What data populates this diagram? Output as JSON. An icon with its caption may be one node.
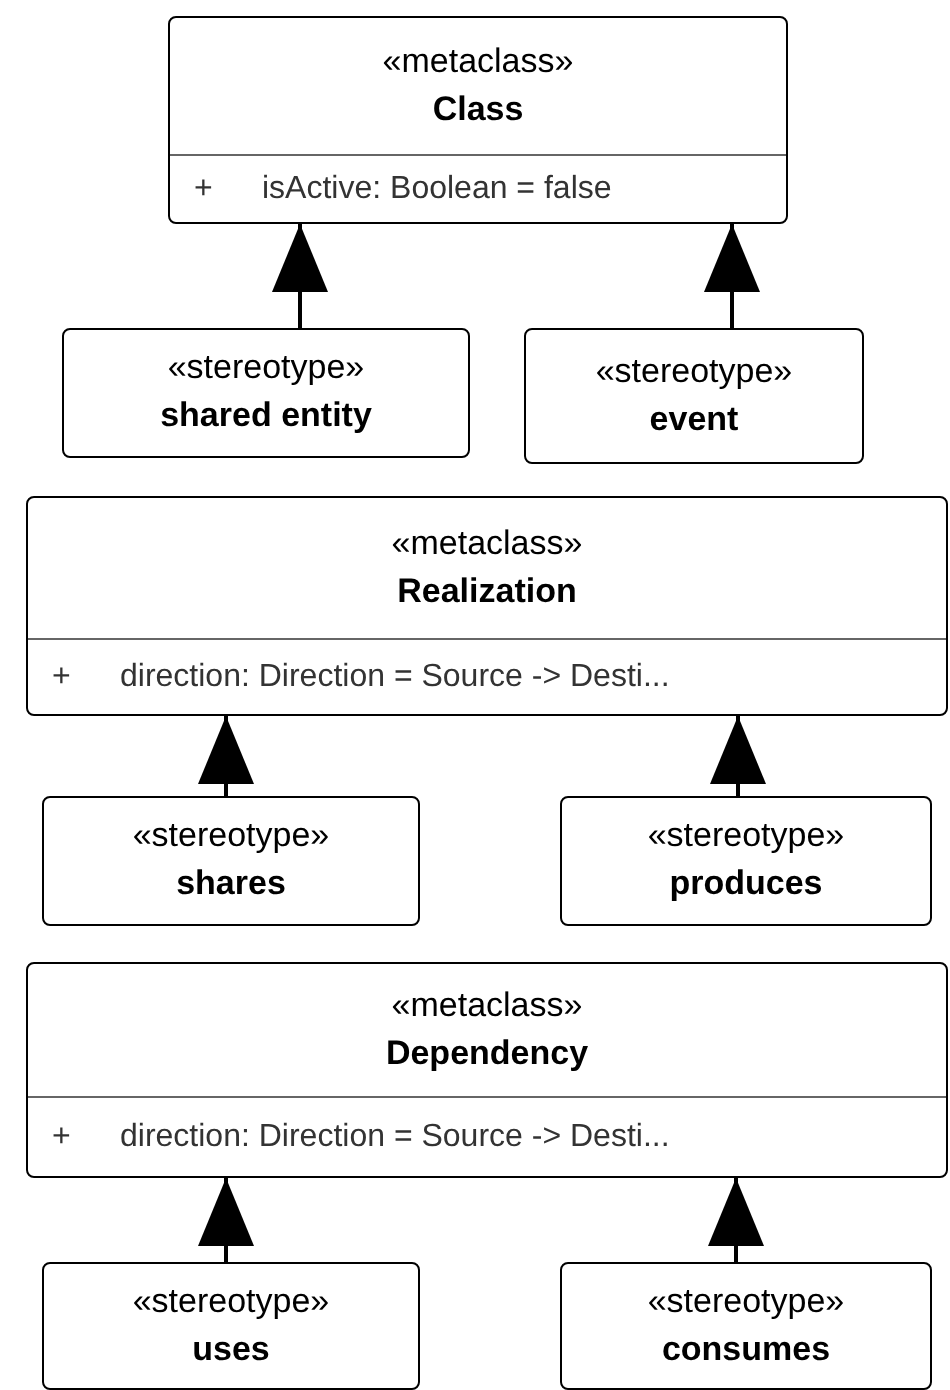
{
  "diagram": {
    "nodes": [
      {
        "text": [
          "«metaclass»",
          "Class",
          "+",
          "isActive: Boolean = false"
        ]
      },
      {
        "text": [
          "«stereotype»",
          "shared entity"
        ]
      },
      {
        "text": [
          "«stereotype»",
          "event"
        ]
      },
      {
        "text": [
          "«metaclass»",
          "Realization",
          "+",
          "direction: Direction = Source -> Desti..."
        ]
      },
      {
        "text": [
          "«stereotype»",
          "shares"
        ]
      },
      {
        "text": [
          "«stereotype»",
          "produces"
        ]
      },
      {
        "text": [
          "«metaclass»",
          "Dependency",
          "+",
          "direction: Direction = Source -> Desti..."
        ]
      },
      {
        "text": [
          "«stereotype»",
          "uses"
        ]
      },
      {
        "text": [
          "«stereotype»",
          "consumes"
        ]
      }
    ],
    "edges": [
      {
        "from": 1,
        "to": 0,
        "arrow": "to"
      },
      {
        "from": 2,
        "to": 0,
        "arrow": "to"
      },
      {
        "from": 4,
        "to": 3,
        "arrow": "to"
      },
      {
        "from": 5,
        "to": 3,
        "arrow": "to"
      },
      {
        "from": 7,
        "to": 6,
        "arrow": "to"
      },
      {
        "from": 8,
        "to": 6,
        "arrow": "to"
      }
    ]
  }
}
